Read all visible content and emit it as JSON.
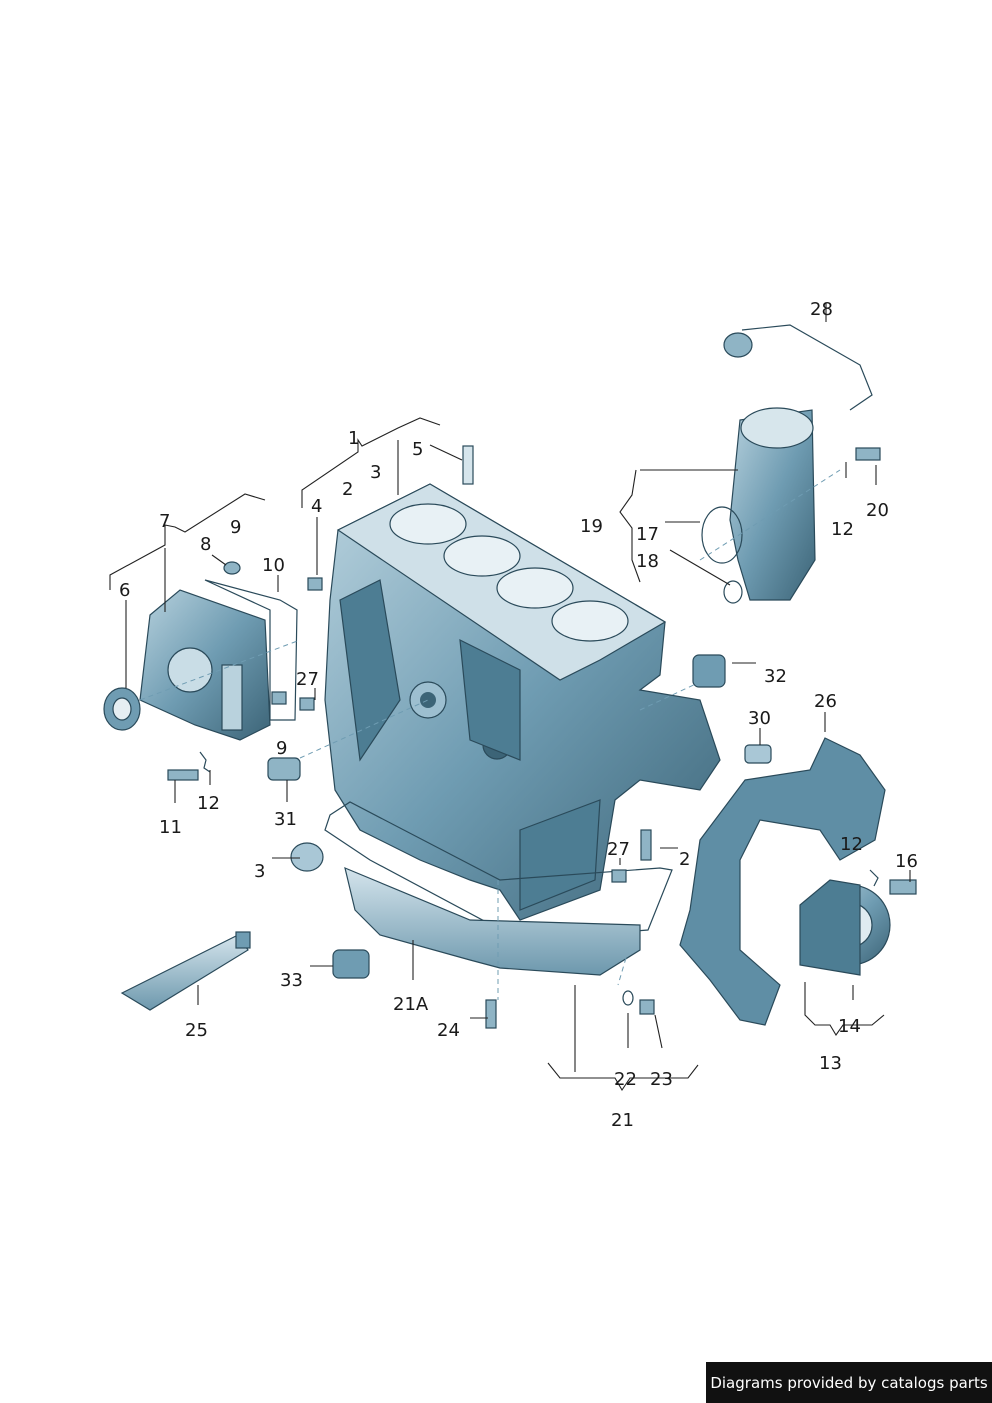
{
  "labels": {
    "l1": "1",
    "l2a": "2",
    "l2b": "2",
    "l3a": "3",
    "l3b": "3",
    "l4": "4",
    "l5": "5",
    "l6": "6",
    "l7": "7",
    "l8": "8",
    "l9a": "9",
    "l9b": "9",
    "l10": "10",
    "l11": "11",
    "l12a": "12",
    "l12b": "12",
    "l12c": "12",
    "l13": "13",
    "l14": "14",
    "l16": "16",
    "l17": "17",
    "l18": "18",
    "l19": "19",
    "l20": "20",
    "l21": "21",
    "l21a": "21A",
    "l22": "22",
    "l23": "23",
    "l24": "24",
    "l25": "25",
    "l26": "26",
    "l27a": "27",
    "l27b": "27",
    "l28": "28",
    "l30": "30",
    "l31": "31",
    "l32": "32",
    "l33": "33"
  },
  "credit": "Diagrams provided by catalogs parts",
  "colors": {
    "part_fill": "#5f8ea5",
    "part_light": "#a9c7d6",
    "part_dark": "#2f5566",
    "line": "#222222"
  }
}
